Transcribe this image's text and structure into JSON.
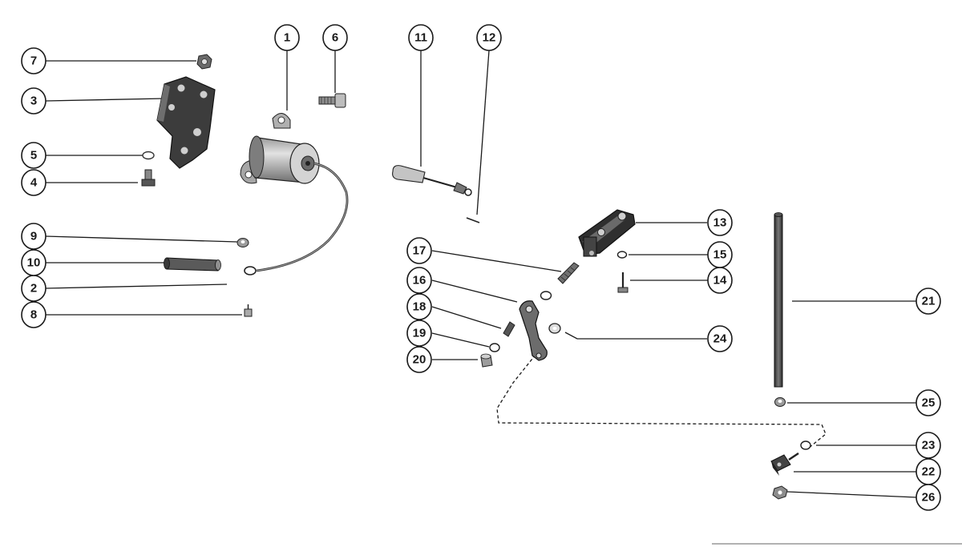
{
  "diagram": {
    "callouts": [
      {
        "id": "c1",
        "label": "1"
      },
      {
        "id": "c2",
        "label": "2"
      },
      {
        "id": "c3",
        "label": "3"
      },
      {
        "id": "c4",
        "label": "4"
      },
      {
        "id": "c5",
        "label": "5"
      },
      {
        "id": "c6",
        "label": "6"
      },
      {
        "id": "c7",
        "label": "7"
      },
      {
        "id": "c8",
        "label": "8"
      },
      {
        "id": "c9",
        "label": "9"
      },
      {
        "id": "c10",
        "label": "10"
      },
      {
        "id": "c11",
        "label": "11"
      },
      {
        "id": "c12",
        "label": "12"
      },
      {
        "id": "c13",
        "label": "13"
      },
      {
        "id": "c14",
        "label": "14"
      },
      {
        "id": "c15",
        "label": "15"
      },
      {
        "id": "c16",
        "label": "16"
      },
      {
        "id": "c17",
        "label": "17"
      },
      {
        "id": "c18",
        "label": "18"
      },
      {
        "id": "c19",
        "label": "19"
      },
      {
        "id": "c20",
        "label": "20"
      },
      {
        "id": "c21",
        "label": "21"
      },
      {
        "id": "c22",
        "label": "22"
      },
      {
        "id": "c23",
        "label": "23"
      },
      {
        "id": "c24",
        "label": "24"
      },
      {
        "id": "c25",
        "label": "25"
      },
      {
        "id": "c26",
        "label": "26"
      }
    ],
    "colors": {
      "ink": "#1a1a1a",
      "part_dark": "#4a4a4a",
      "part_mid": "#8a8a8a",
      "part_light": "#c8c8c8"
    }
  }
}
